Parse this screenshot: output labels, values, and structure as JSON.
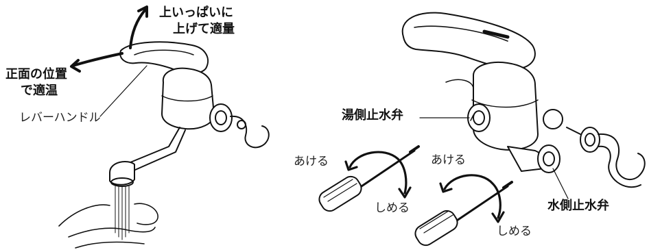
{
  "left_panel": {
    "label_up_1": "上いっぱいに",
    "label_up_2": "上げて適量",
    "label_front_1": "正面の位置",
    "label_front_2": "で適温",
    "label_lever": "レバーハンドル"
  },
  "right_panel": {
    "label_hot_valve": "湯側止水弁",
    "label_cold_valve": "水側止水弁",
    "open_1": "あける",
    "close_1": "しめる",
    "open_2": "あける",
    "close_2": "しめる"
  },
  "colors": {
    "ink": "#111111",
    "fill": "#ffffff",
    "shade": "#d9d9d9"
  }
}
